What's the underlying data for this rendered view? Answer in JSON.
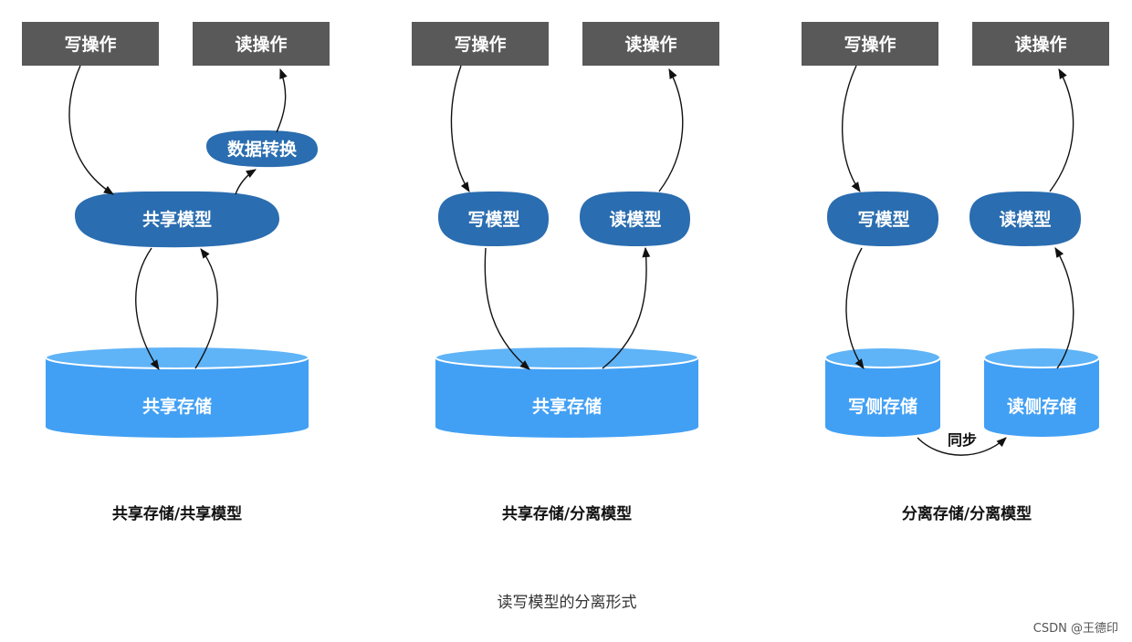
{
  "colors": {
    "op_box": "#595959",
    "model_blob": "#2a6db0",
    "storage": "#42a0f4",
    "storage_top": "#5fb3f7",
    "line": "#111111"
  },
  "panels": [
    {
      "write_op": "写操作",
      "read_op": "读操作",
      "transform": "数据转换",
      "model": "共享模型",
      "storage": "共享存储",
      "caption": "共享存储/共享模型"
    },
    {
      "write_op": "写操作",
      "read_op": "读操作",
      "write_model": "写模型",
      "read_model": "读模型",
      "storage": "共享存储",
      "caption": "共享存储/分离模型"
    },
    {
      "write_op": "写操作",
      "read_op": "读操作",
      "write_model": "写模型",
      "read_model": "读模型",
      "write_storage": "写侧存储",
      "read_storage": "读侧存储",
      "sync": "同步",
      "caption": "分离存储/分离模型"
    }
  ],
  "title": "读写模型的分离形式",
  "watermark": "CSDN @王德印"
}
